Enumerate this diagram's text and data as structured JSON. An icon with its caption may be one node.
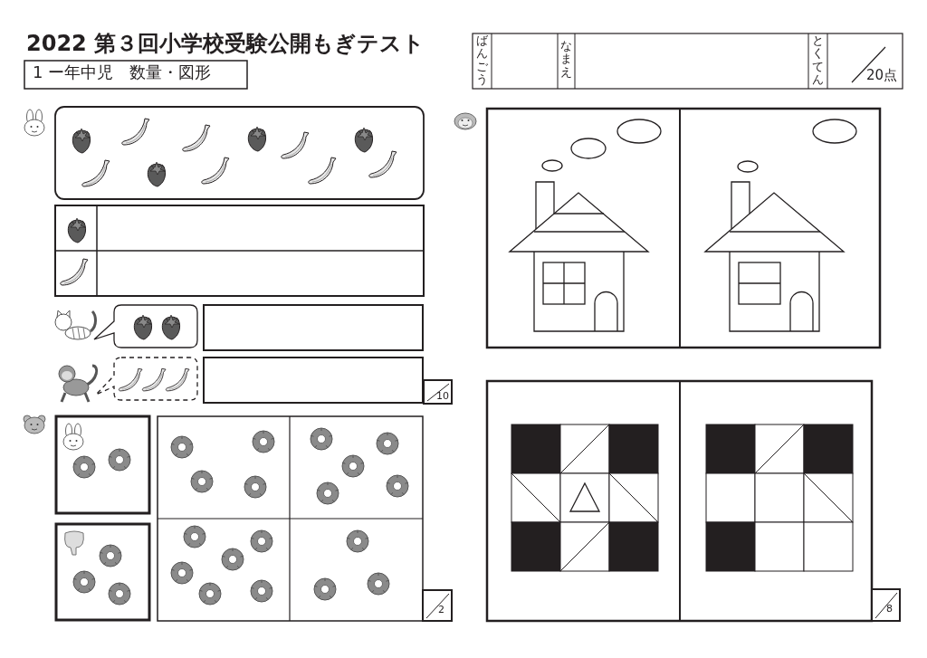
{
  "diagram": {
    "title": "2022 第３回小学校受験公開もぎテスト",
    "labels": [
      "1 ー年中児　数量・図形",
      "ばんごう",
      "なまえ",
      "とくてん",
      "20点",
      "10",
      "2",
      "8"
    ]
  }
}
